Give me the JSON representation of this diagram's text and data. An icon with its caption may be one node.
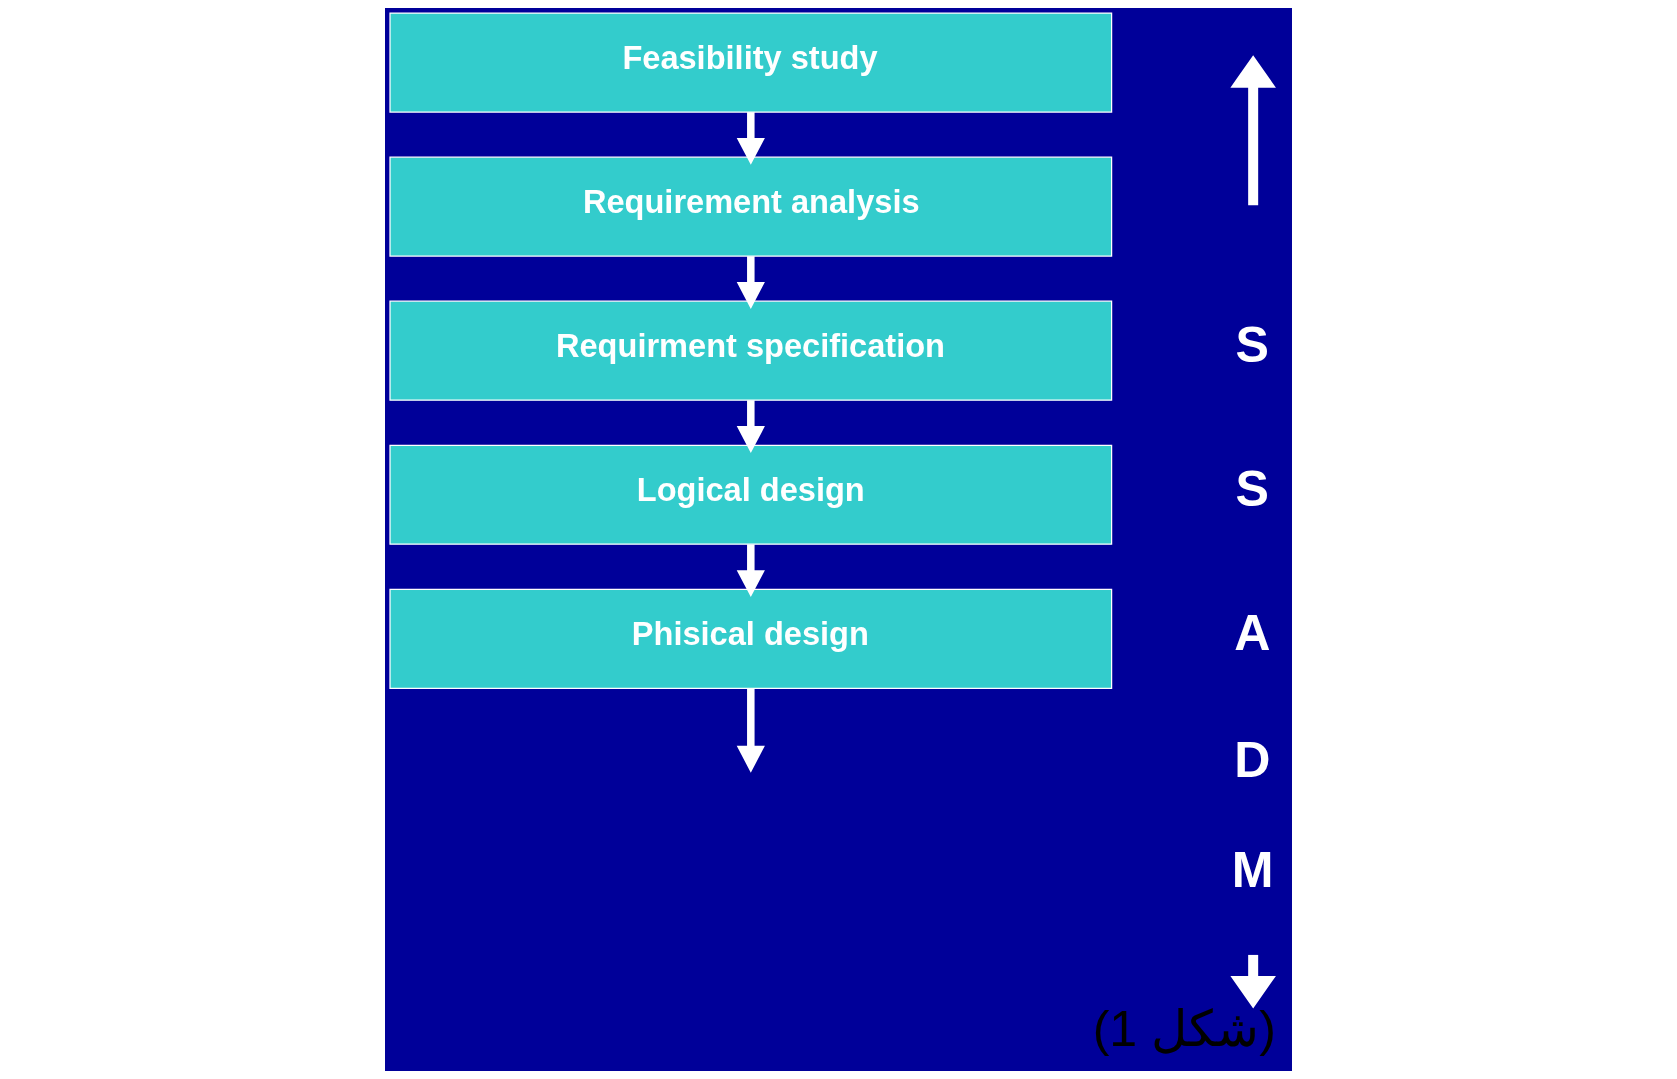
{
  "diagram": {
    "caption": "(شكل 1)",
    "nodes": [
      {
        "text": [
          "Feasibility study"
        ]
      },
      {
        "text": [
          "Requirement analysis"
        ]
      },
      {
        "text": [
          "Requirment specification"
        ]
      },
      {
        "text": [
          "Logical design"
        ]
      },
      {
        "text": [
          "Phisical design"
        ]
      }
    ],
    "edges": [
      {
        "from": 0,
        "to": 1,
        "arrow": "to"
      },
      {
        "from": 1,
        "to": 2,
        "arrow": "to"
      },
      {
        "from": 2,
        "to": 3,
        "arrow": "to"
      },
      {
        "from": 3,
        "to": 4,
        "arrow": "to"
      },
      {
        "from": 4,
        "to": null,
        "arrow": "to"
      }
    ],
    "labels": [
      "S",
      "S",
      "A",
      "D",
      "M"
    ]
  }
}
